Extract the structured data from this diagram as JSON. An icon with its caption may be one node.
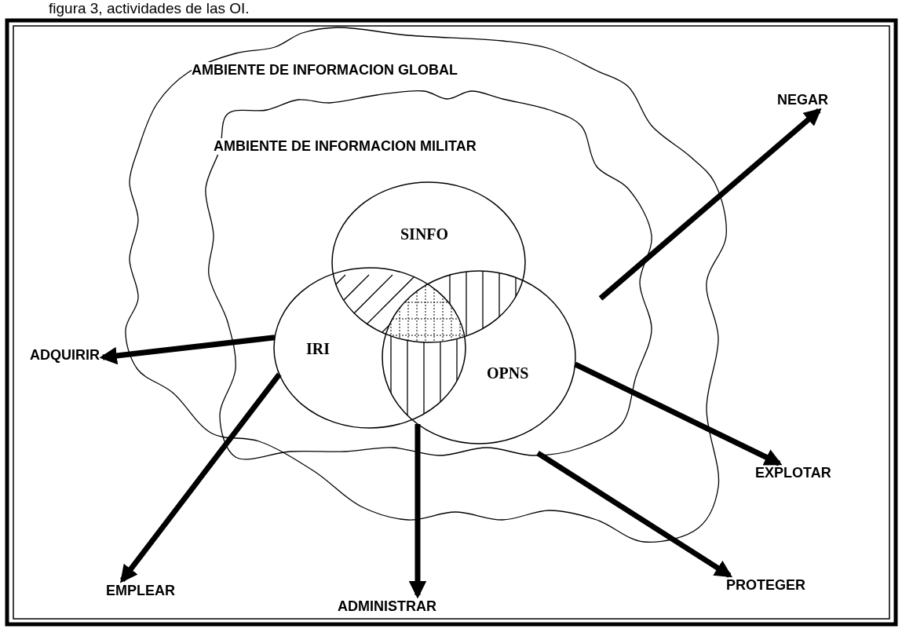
{
  "diagram": {
    "title": "figura 3, actividades de las OI.",
    "nodes": [
      {
        "text": [
          "AMBIENTE DE INFORMACION GLOBAL"
        ]
      },
      {
        "text": [
          "AMBIENTE DE INFORMACION MILITAR"
        ],
        "in": 0
      },
      {
        "text": [
          "SINFO"
        ],
        "in": 1
      },
      {
        "text": [
          "IRI"
        ],
        "in": 1
      },
      {
        "text": [
          "OPNS"
        ],
        "in": 1
      },
      {
        "text": [
          "NEGAR"
        ]
      },
      {
        "text": [
          "ADQUIRIR"
        ]
      },
      {
        "text": [
          "EXPLOTAR"
        ]
      },
      {
        "text": [
          "EMPLEAR"
        ]
      },
      {
        "text": [
          "ADMINISTRAR"
        ]
      },
      {
        "text": [
          "PROTEGER"
        ]
      }
    ],
    "edges": [
      {
        "from": null,
        "to": 5,
        "arrow": "to"
      },
      {
        "from": 3,
        "to": 6,
        "arrow": "to"
      },
      {
        "from": 4,
        "to": 7,
        "arrow": "to"
      },
      {
        "from": 3,
        "to": 8,
        "arrow": "to"
      },
      {
        "from": 4,
        "to": 9,
        "arrow": "to"
      },
      {
        "from": 1,
        "to": 10,
        "arrow": "to"
      }
    ]
  }
}
